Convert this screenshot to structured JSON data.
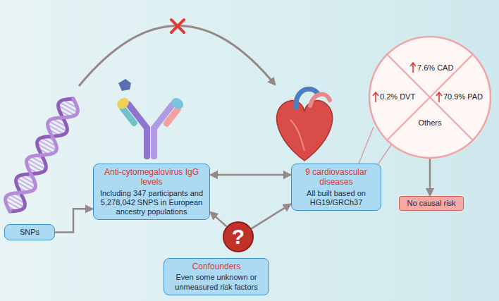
{
  "diagram": {
    "nodes": [
      {
        "text": [
          "SNPs"
        ]
      },
      {
        "text": [
          "Anti-cytomegalovirus IgG levels",
          "Including 347 participants and 5,278,042 SNPS in European ancestry populations"
        ]
      },
      {
        "text": [
          "9 cardiovascular diseases",
          "All built based on HG19/GRCh37"
        ]
      },
      {
        "text": [
          "7.6% CAD"
        ]
      },
      {
        "text": [
          "0.2% DVT"
        ]
      },
      {
        "text": [
          "70.9% PAD"
        ]
      },
      {
        "text": [
          "Others"
        ]
      },
      {
        "text": [
          "No causal risk"
        ]
      },
      {
        "text": [
          "?"
        ]
      },
      {
        "text": [
          "Confounders",
          "Even some unknown or unmeasured risk factors"
        ]
      }
    ],
    "edges": [
      {
        "from": 0,
        "to": 1,
        "arrow": "to"
      },
      {
        "from": 1,
        "to": 2,
        "arrow": "both"
      },
      {
        "from": 8,
        "to": 1,
        "arrow": "to"
      },
      {
        "from": 8,
        "to": 2,
        "arrow": "to"
      },
      {
        "from": 6,
        "to": 7,
        "arrow": "to"
      }
    ]
  }
}
